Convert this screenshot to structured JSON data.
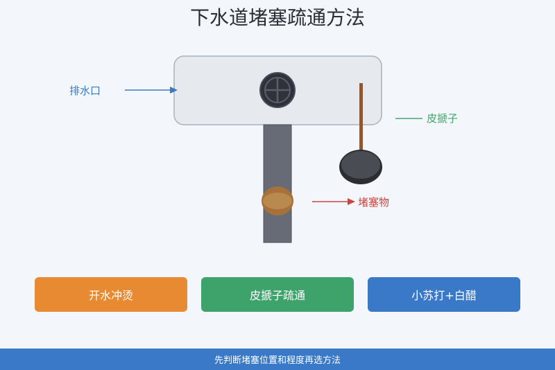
{
  "title": "下水道堵塞疏通方法",
  "labels": {
    "drain": "排水口",
    "plunger": "皮搋子",
    "clog": "堵塞物"
  },
  "methods": [
    {
      "label": "开水冲烫",
      "color": "#e88a32"
    },
    {
      "label": "皮搋子疏通",
      "color": "#3ea36a"
    },
    {
      "label": "小苏打+白醋",
      "color": "#3a78c8"
    }
  ],
  "footer": "先判断堵塞位置和程度再选方法",
  "colors": {
    "drain_arrow": "#3a78c2",
    "plunger_line": "#3fa56a",
    "clog_arrow": "#c9453f"
  }
}
